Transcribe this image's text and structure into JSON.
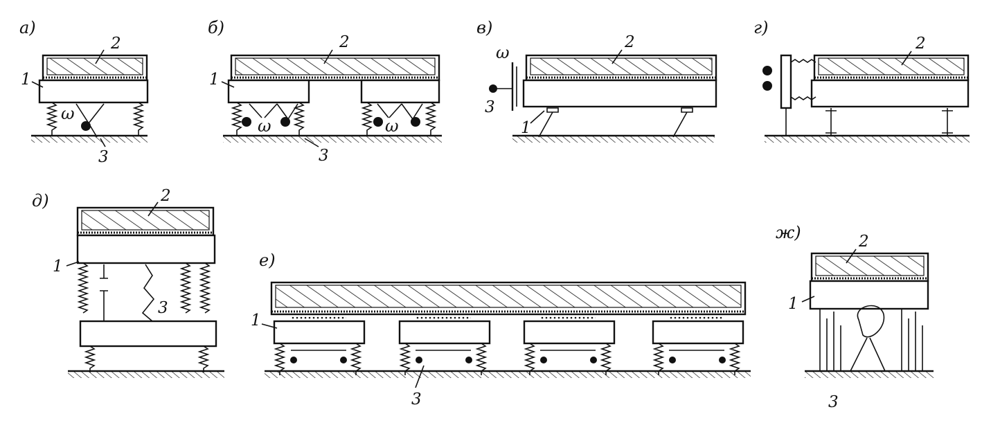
{
  "panels": [
    {
      "id": "a",
      "letter": "а)",
      "labels": [
        "1",
        "2",
        "3"
      ],
      "omega": [
        "ω"
      ]
    },
    {
      "id": "b",
      "letter": "б)",
      "labels": [
        "1",
        "2",
        "3"
      ],
      "omega": [
        "ω",
        "ω"
      ]
    },
    {
      "id": "v",
      "letter": "в)",
      "labels": [
        "1",
        "2",
        "3"
      ],
      "omega": [
        "ω"
      ]
    },
    {
      "id": "g",
      "letter": "г)",
      "labels": [
        "2"
      ],
      "omega": []
    },
    {
      "id": "d",
      "letter": "д)",
      "labels": [
        "1",
        "2",
        "3"
      ],
      "omega": []
    },
    {
      "id": "e",
      "letter": "е)",
      "labels": [
        "1",
        "3"
      ],
      "omega": []
    },
    {
      "id": "zh",
      "letter": "ж)",
      "labels": [
        "1",
        "2",
        "3"
      ],
      "omega": []
    }
  ]
}
